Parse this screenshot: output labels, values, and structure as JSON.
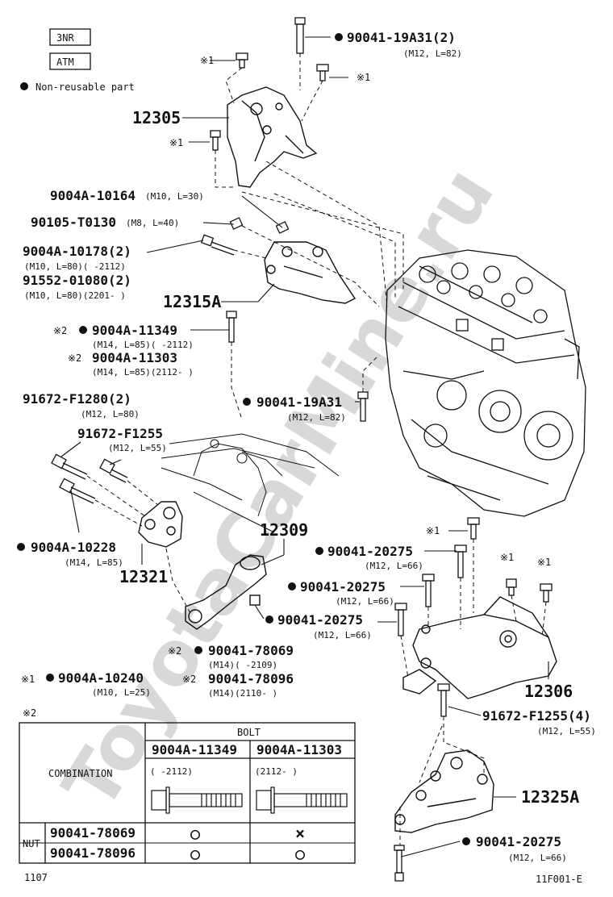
{
  "header": {
    "tag_engine": "3NR",
    "tag_trans": "ATM",
    "legend": "Non-reusable part"
  },
  "parts": {
    "p1": "90041-19A31(2)",
    "p1s": "(M12, L=82)",
    "x1a": "※1",
    "x1b": "※1",
    "x1c": "※1",
    "p12305": "12305",
    "p2": "9004A-10164",
    "p2s": "(M10, L=30)",
    "p3": "90105-T0130",
    "p3s": "(M8, L=40)",
    "p4": "9004A-10178(2)",
    "p4s": "(M10, L=80)(     -2112)",
    "p5": "91552-01080(2)",
    "p5s": "(M10, L=80)(2201-     )",
    "p12315A": "12315A",
    "x2a": "※2",
    "p6": "9004A-11349",
    "p6s": "(M14, L=85)(     -2112)",
    "x2b": "※2",
    "p7": "9004A-11303",
    "p7s": "(M14, L=85)(2112-     )",
    "p8": "91672-F1280(2)",
    "p8s": "(M12, L=80)",
    "p9": "91672-F1255",
    "p9s": "(M12, L=55)",
    "p10": "90041-19A31",
    "p10s": "(M12, L=82)",
    "p11": "9004A-10228",
    "p11s": "(M14, L=85)",
    "p12309": "12309",
    "p12321": "12321",
    "x1d": "※1",
    "p12": "90041-20275",
    "p12s": "(M12, L=66)",
    "x1e": "※1",
    "x1f": "※1",
    "p13": "90041-20275",
    "p13s": "(M12, L=66)",
    "p14": "90041-20275",
    "p14s": "(M12, L=66)",
    "x2c": "※2",
    "p15": "90041-78069",
    "p15s": "(M14)(     -2109)",
    "x2d": "※2",
    "p16": "90041-78096",
    "p16s": "(M14)(2110-     )",
    "x1g": "※1",
    "p17": "9004A-10240",
    "p17s": "(M10, L=25)",
    "p12306": "12306",
    "p18": "91672-F1255(4)",
    "p18s": "(M12, L=55)",
    "p12325A": "12325A",
    "p19": "90041-20275",
    "p19s": "(M12, L=66)"
  },
  "table": {
    "note": "※2",
    "bolt_header": "BOLT",
    "combination": "COMBINATION",
    "col1": "9004A-11349",
    "col1s": "(      -2112)",
    "col2": "9004A-11303",
    "col2s": "(2112-      )",
    "nut": "NUT",
    "row1": "90041-78069",
    "row1a": "○",
    "row1b": "×",
    "row2": "90041-78096",
    "row2a": "○",
    "row2b": "○"
  },
  "footer": {
    "left": "1107",
    "right": "11F001-E"
  },
  "watermark": "ToyotaCarMine.ru"
}
